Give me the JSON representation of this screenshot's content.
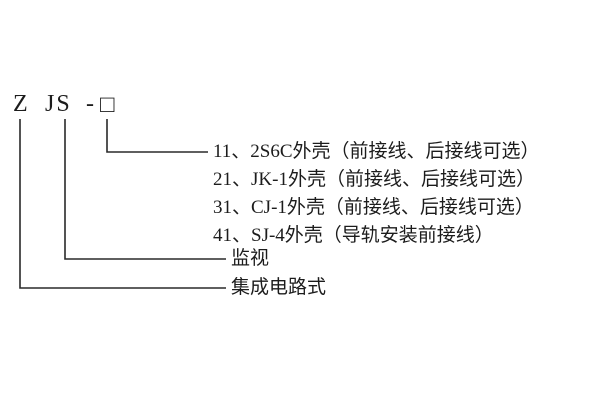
{
  "diagram": {
    "model_code": {
      "z": "Z",
      "js": "JS",
      "separator": "-",
      "placeholder_box": "□"
    },
    "shell_options": [
      "11、2S6C外壳（前接线、后接线可选）",
      "21、JK-1外壳（前接线、后接线可选）",
      "31、CJ-1外壳（前接线、后接线可选）",
      "41、SJ-4外壳（导轨安装前接线）"
    ],
    "js_meaning": "监视",
    "z_meaning": "集成电路式",
    "colors": {
      "text": "#1c1c1c",
      "line": "#2a2a2a"
    }
  }
}
